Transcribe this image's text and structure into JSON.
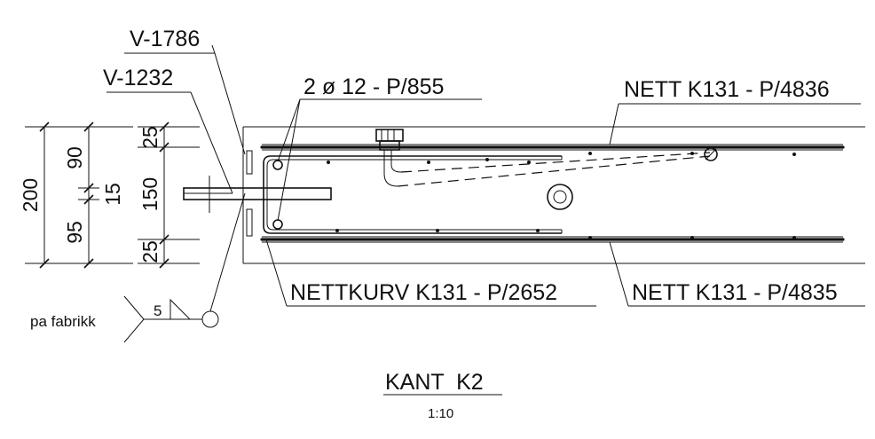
{
  "labels": {
    "v1786": "V-1786",
    "v1232": "V-1232",
    "rebar": "2 ø 12 - P/855",
    "nett_top": "NETT K131 - P/4836",
    "nettkurv": "NETTKURV K131 - P/2652",
    "nett_bottom": "NETT K131 - P/4835",
    "weld_note": "pa fabrikk",
    "weld_size": "5"
  },
  "dimensions": {
    "total": "200",
    "upper": "90",
    "gap": "15",
    "lower": "95",
    "cover_top": "25",
    "core": "150",
    "cover_bottom": "25"
  },
  "title": {
    "name": "KANT  K2",
    "scale": "1:10"
  }
}
